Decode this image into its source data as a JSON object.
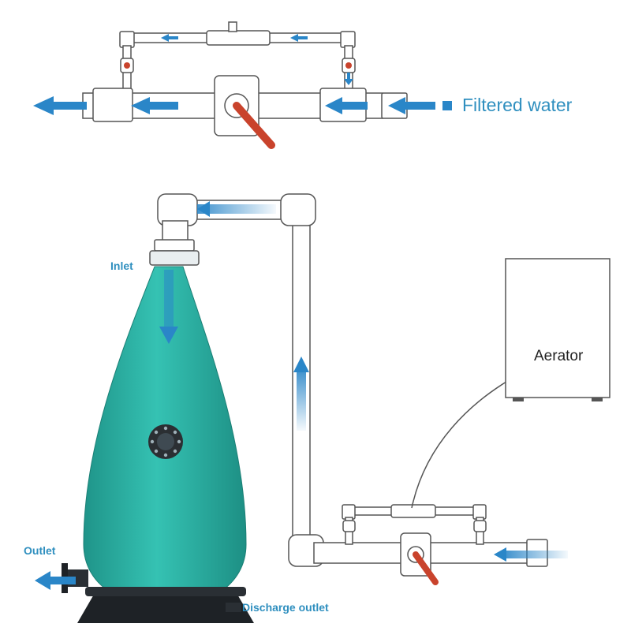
{
  "labels": {
    "filtered_water": "Filtered water",
    "inlet": "Inlet",
    "aerator": "Aerator",
    "outlet": "Outlet",
    "discharge_outlet": "Discharge outlet"
  },
  "colors": {
    "flow_arrow": "#2a86c8",
    "label_blue": "#2f8fbf",
    "tank": "#2cb3a5",
    "valve_handle": "#c9432c",
    "pipe_outline": "#555555",
    "tank_base": "#1e2226"
  }
}
